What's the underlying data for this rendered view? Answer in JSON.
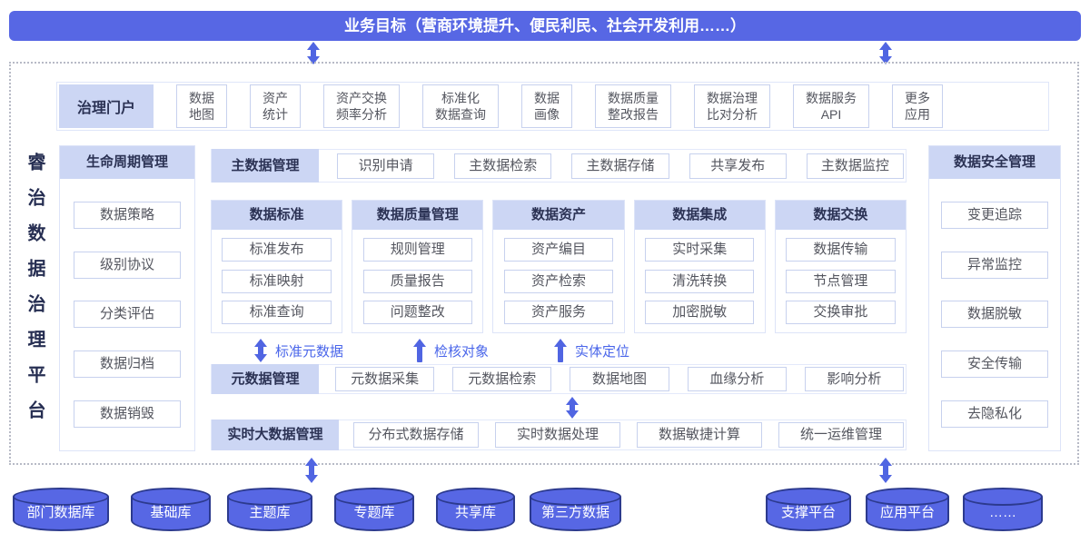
{
  "colors": {
    "primary_blue": "#5767e4",
    "cylinder_stroke": "#2c3a8e",
    "header_bg": "#ccd6f4",
    "navy_text": "#2b3254",
    "item_border": "#c7d1ee",
    "item_text": "#54565f",
    "flow_label_blue": "#4a66ea",
    "arrow_blue": "#5065e2"
  },
  "banner": {
    "text": "业务目标（营商环境提升、便民利民、社会开发利用……）"
  },
  "platform": {
    "title": "睿治数据治理平台"
  },
  "portal": {
    "label": "治理门户",
    "items": [
      "数据\n地图",
      "资产\n统计",
      "资产交换\n频率分析",
      "标准化\n数据查询",
      "数据\n画像",
      "数据质量\n整改报告",
      "数据治理\n比对分析",
      "数据服务\nAPI",
      "更多\n应用"
    ]
  },
  "lifecycle": {
    "title": "生命周期管理",
    "items": [
      "数据策略",
      "级别协议",
      "分类评估",
      "数据归档",
      "数据销毁"
    ]
  },
  "security": {
    "title": "数据安全管理",
    "items": [
      "变更追踪",
      "异常监控",
      "数据脱敏",
      "安全传输",
      "去隐私化"
    ]
  },
  "master": {
    "label": "主数据管理",
    "items": [
      "识别申请",
      "主数据检索",
      "主数据存储",
      "共享发布",
      "主数据监控"
    ]
  },
  "columns": [
    {
      "title": "数据标准",
      "items": [
        "标准发布",
        "标准映射",
        "标准查询"
      ]
    },
    {
      "title": "数据质量管理",
      "items": [
        "规则管理",
        "质量报告",
        "问题整改"
      ]
    },
    {
      "title": "数据资产",
      "items": [
        "资产编目",
        "资产检索",
        "资产服务"
      ]
    },
    {
      "title": "数据集成",
      "items": [
        "实时采集",
        "清洗转换",
        "加密脱敏"
      ]
    },
    {
      "title": "数据交换",
      "items": [
        "数据传输",
        "节点管理",
        "交换审批"
      ]
    }
  ],
  "flows": [
    {
      "label": "标准元数据",
      "arrow": "double"
    },
    {
      "label": "检核对象",
      "arrow": "up"
    },
    {
      "label": "实体定位",
      "arrow": "up"
    }
  ],
  "metadata": {
    "label": "元数据管理",
    "items": [
      "元数据采集",
      "元数据检索",
      "数据地图",
      "血缘分析",
      "影响分析"
    ]
  },
  "bigdata": {
    "label": "实时大数据管理",
    "items": [
      "分布式数据存储",
      "实时数据处理",
      "数据敏捷计算",
      "统一运维管理"
    ]
  },
  "databases": [
    "部门数据库",
    "基础库",
    "主题库",
    "专题库",
    "共享库",
    "第三方数据"
  ],
  "platforms": [
    "支撑平台",
    "应用平台",
    "……"
  ]
}
